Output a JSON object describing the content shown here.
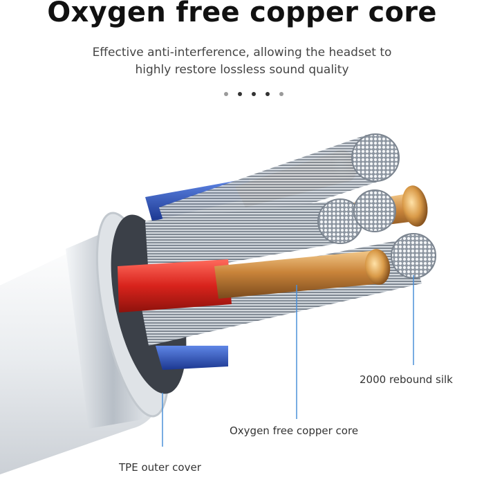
{
  "header": {
    "title": "Oxygen free copper core",
    "subtitle_line1": "Effective anti-interference, allowing the headset to",
    "subtitle_line2": "highly restore lossless sound quality"
  },
  "carousel": {
    "dot_count": 5,
    "active_dots": [
      1,
      2,
      3
    ]
  },
  "callouts": {
    "rebound_silk": "2000 rebound silk",
    "copper_core": "Oxygen free copper core",
    "outer_cover": "TPE outer cover"
  },
  "colors": {
    "copper": "#c98a3a",
    "red_insulation": "#d8231c",
    "blue_insulation": "#2b4fb8",
    "steel": "#9aa3ad",
    "cable_white": "#eef0f2",
    "callout_line": "#4a90d9"
  }
}
